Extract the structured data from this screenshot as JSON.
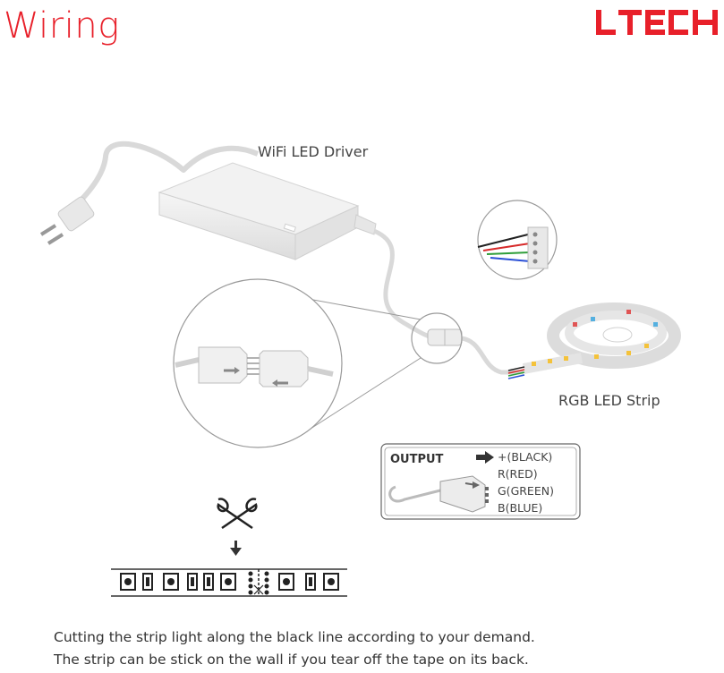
{
  "header": {
    "title": "Wiring",
    "logo_text": "LTECH"
  },
  "labels": {
    "driver": "WiFi LED Driver",
    "strip": "RGB LED Strip"
  },
  "output_box": {
    "heading": "OUTPUT",
    "pins": [
      "+(BLACK)",
      "R(RED)",
      "G(GREEN)",
      "B(BLUE)"
    ]
  },
  "notes": [
    "Cutting the strip light along the black line according to your demand.",
    "The strip can be stick on the wall if you tear off the tape on its back."
  ],
  "colors": {
    "brand_red": "#e8202a",
    "wire_black": "#222222",
    "wire_red": "#d62a2a",
    "wire_green": "#2f9e3a",
    "wire_blue": "#2a4fd6"
  },
  "icons": [
    "power-plug-icon",
    "scissors-icon",
    "arrow-down-icon",
    "arrow-right-icon"
  ]
}
